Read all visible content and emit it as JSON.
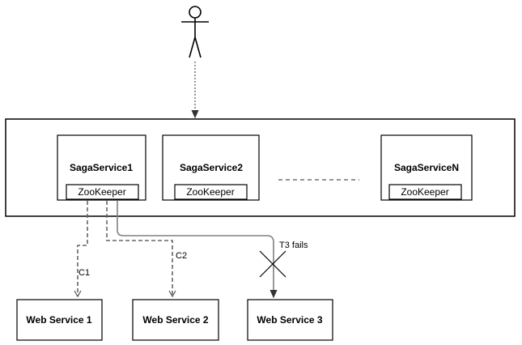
{
  "actor": {
    "icon": "stick-figure-user-icon"
  },
  "services": [
    {
      "name": "SagaService1",
      "coordinator": "ZooKeeper"
    },
    {
      "name": "SagaService2",
      "coordinator": "ZooKeeper"
    },
    {
      "name": "SagaServiceN",
      "coordinator": "ZooKeeper"
    }
  ],
  "web_services": [
    {
      "name": "Web Service 1"
    },
    {
      "name": "Web Service 2"
    },
    {
      "name": "Web Service 3"
    }
  ],
  "edges": {
    "c1_label": "C1",
    "c2_label": "C2",
    "t3_label": "T3 fails",
    "t3_failure_icon": "x-cross-icon"
  },
  "colors": {
    "stroke": "#000000",
    "edge_dashed": "#666666",
    "edge_solid": "#808080"
  }
}
